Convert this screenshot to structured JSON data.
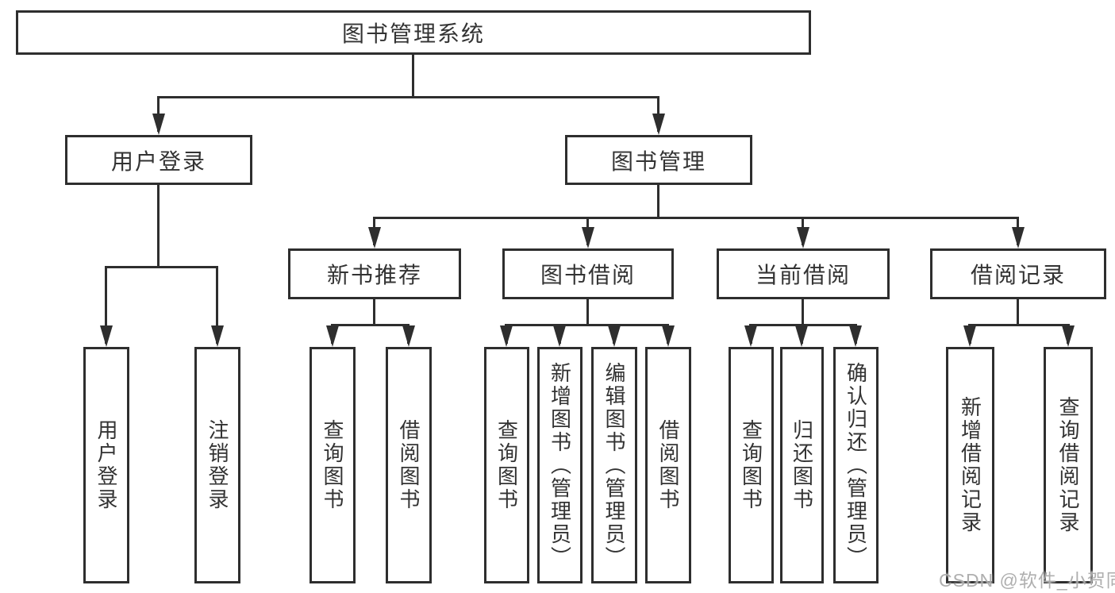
{
  "diagram": {
    "title": "图书管理系统",
    "root": {
      "label": "图书管理系统"
    },
    "branches": [
      {
        "label": "用户登录",
        "children": [
          {
            "label": "用户登录"
          },
          {
            "label": "注销登录"
          }
        ]
      },
      {
        "label": "图书管理",
        "children": [
          {
            "label": "新书推荐",
            "children": [
              {
                "label": "查询图书"
              },
              {
                "label": "借阅图书"
              }
            ]
          },
          {
            "label": "图书借阅",
            "children": [
              {
                "label": "查询图书"
              },
              {
                "label": "新增图书（管理员）"
              },
              {
                "label": "编辑图书（管理员）"
              },
              {
                "label": "借阅图书"
              }
            ]
          },
          {
            "label": "当前借阅",
            "children": [
              {
                "label": "查询图书"
              },
              {
                "label": "归还图书"
              },
              {
                "label": "确认归还（管理员）"
              }
            ]
          },
          {
            "label": "借阅记录",
            "children": [
              {
                "label": "新增借阅记录"
              },
              {
                "label": "查询借阅记录"
              }
            ]
          }
        ]
      }
    ],
    "colors": {
      "line": "#2e2e2e",
      "text": "#333333",
      "background": "#ffffff",
      "watermark": "#a8a8a8"
    }
  },
  "watermark": {
    "text": "CSDN @软件_小贺同学"
  }
}
